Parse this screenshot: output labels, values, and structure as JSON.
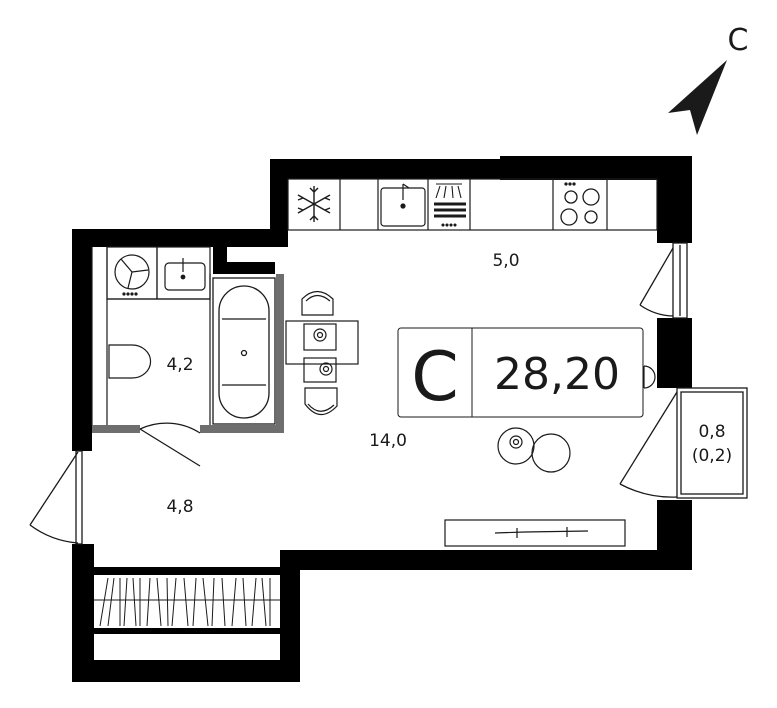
{
  "compass": {
    "letter": "С"
  },
  "unit": {
    "type_letter": "С",
    "total_area": "28,20"
  },
  "rooms": {
    "kitchen": "5,0",
    "bathroom": "4,2",
    "living": "14,0",
    "hall": "4,8",
    "balcony": "0,8",
    "balcony_reduced": "(0,2)"
  },
  "colors": {
    "wall": "#000000",
    "partition": "#6e6e6e",
    "line": "#1a1a1a"
  }
}
